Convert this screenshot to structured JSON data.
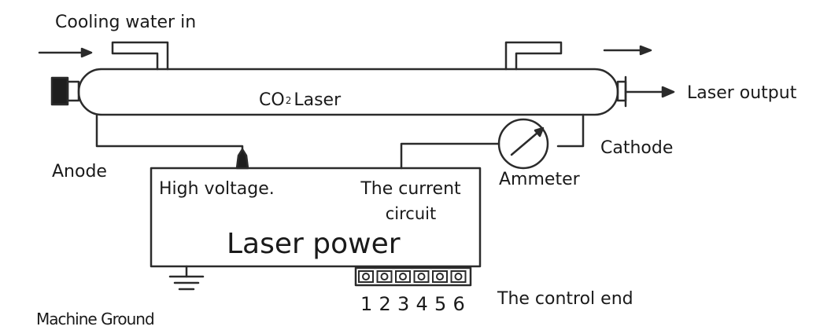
{
  "labels": {
    "cooling_water_in": "Cooling water in",
    "tube_prefix": "CO",
    "tube_subscript": "2",
    "tube_suffix": "Laser",
    "laser_output": "Laser output",
    "cathode": "Cathode",
    "anode": "Anode",
    "ammeter": "Ammeter",
    "high_voltage": "High voltage.",
    "current_circuit_line1": "The current",
    "current_circuit_line2": "circuit",
    "laser_power": "Laser power",
    "control_end": "The control end",
    "machine_ground": "Machine Ground"
  },
  "terminals": [
    "1",
    "2",
    "3",
    "4",
    "5",
    "6"
  ],
  "colors": {
    "line": "#2b2b2b",
    "fill_dark": "#1e1e1e",
    "background": "#ffffff"
  }
}
